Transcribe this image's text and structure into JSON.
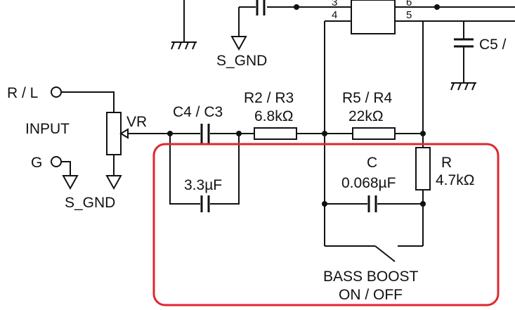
{
  "labels": {
    "input_rl": "R / L",
    "input_g": "G",
    "input": "INPUT",
    "sgnd_left": "S_GND",
    "sgnd_top": "S_GND",
    "vr": "VR",
    "c4c3": "C4 / C3",
    "c4c3_value": "3.3µF",
    "r2r3": "R2 / R3",
    "r2r3_value": "6.8kΩ",
    "r5r4": "R5 / R4",
    "r5r4_value": "22kΩ",
    "c_name": "C",
    "c_value": "0.068µF",
    "r_name": "R",
    "r_value": "4.7kΩ",
    "c5": "C5 /",
    "bass_boost_line1": "BASS BOOST",
    "bass_boost_line2": "ON / OFF"
  },
  "ic_pins": {
    "p3": "3",
    "p4": "4",
    "p6": "6",
    "p5": "5"
  },
  "colors": {
    "ink": "#111111",
    "highlight": "#e0262f"
  }
}
